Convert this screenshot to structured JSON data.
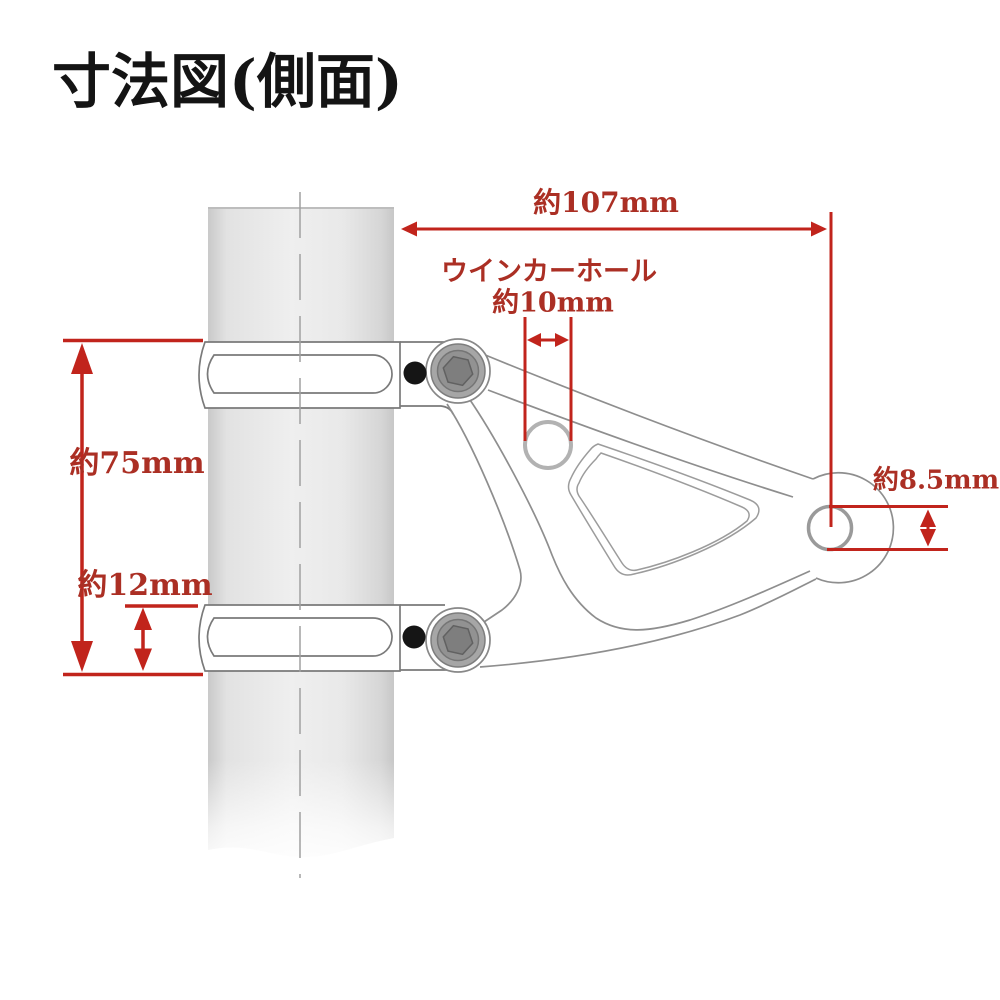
{
  "title": "寸法図(側面)",
  "colors": {
    "dimension_red": "#c1241c",
    "dimension_text_red": "#ab2f24",
    "outline_gray": "#8e8e8e",
    "tube_gray": "#e9e9e9",
    "title_black": "#141414"
  },
  "annotations": {
    "overall_width": "約107mm",
    "winker_hole_name": "ウインカーホール",
    "winker_hole_diameter": "約10mm",
    "clamp_span": "約75mm",
    "lower_clamp_offset": "約12mm",
    "headlight_hole_diameter": "約8.5mm"
  }
}
